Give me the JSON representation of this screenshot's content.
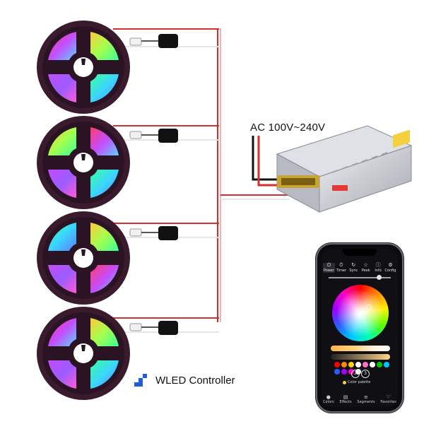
{
  "labels": {
    "ac_input": "AC 100V~240V",
    "brand": "WLED Controller"
  },
  "phone": {
    "tabs": [
      {
        "label": "Power",
        "icon": "⏻"
      },
      {
        "label": "Timer",
        "icon": "⏱"
      },
      {
        "label": "Sync",
        "icon": "↻"
      },
      {
        "label": "Peek",
        "icon": "☆"
      },
      {
        "label": "Info",
        "icon": "ⓘ"
      },
      {
        "label": "Config",
        "icon": "⚙"
      }
    ],
    "preset_buttons": [
      "2",
      "3"
    ],
    "palette_label": "Color palette",
    "bottom_nav": [
      {
        "label": "Colors",
        "icon": "●"
      },
      {
        "label": "Effects",
        "icon": "▤"
      },
      {
        "label": "Segments",
        "icon": "≡"
      },
      {
        "label": "Favorites",
        "icon": "♡"
      }
    ],
    "swatch_colors": [
      "#ff0000",
      "#ff8a00",
      "#ffd400",
      "#ffffff",
      "#ff6ec7",
      "#ffffff",
      "#00c800",
      "#00c8ff",
      "#2a5bff",
      "#a100ff",
      "#ff00c8",
      "#ffffff"
    ]
  },
  "colors": {
    "wire_red": "#d32f2f",
    "wire_white": "#e6e6e6",
    "wire_black": "#111111",
    "brand_blue": "#1f5fd6"
  }
}
